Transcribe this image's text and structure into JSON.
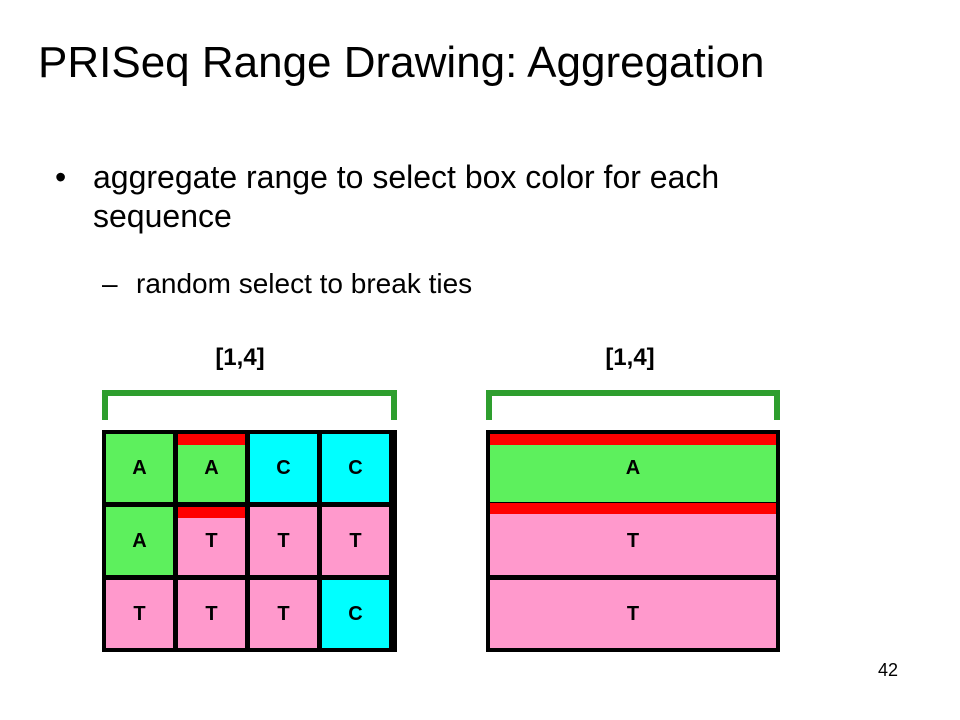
{
  "title": "PRISeq Range Drawing: Aggregation",
  "bullet": {
    "marker": "•",
    "text": "aggregate range to select box color for each sequence"
  },
  "sub_bullet": {
    "marker": "–",
    "text": "random select to break ties"
  },
  "colors": {
    "A": "#5df05d",
    "T": "#ff99cc",
    "C": "#00ffff",
    "tie_marker": "#ff0000",
    "bracket": "#2e9e2e"
  },
  "left_panel": {
    "range_label": "[1,4]",
    "rows": [
      [
        "A",
        "A",
        "C",
        "C"
      ],
      [
        "A",
        "T",
        "T",
        "T"
      ],
      [
        "T",
        "T",
        "T",
        "C"
      ]
    ]
  },
  "right_panel": {
    "range_label": "[1,4]",
    "rows": [
      "A",
      "T",
      "T"
    ]
  },
  "page_number": "42"
}
